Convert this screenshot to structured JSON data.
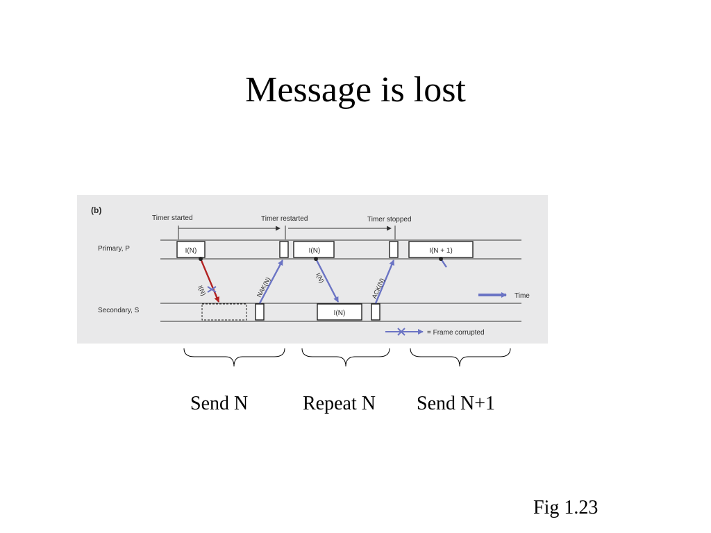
{
  "slide": {
    "title": "Message is lost",
    "figure_caption": "Fig 1.23"
  },
  "diagram": {
    "panel_label": "(b)",
    "timer_labels": {
      "started": "Timer started",
      "restarted": "Timer restarted",
      "stopped": "Timer stopped"
    },
    "primary_label": "Primary, P",
    "secondary_label": "Secondary, S",
    "frames": {
      "primary_first": "I(N)",
      "primary_repeat": "I(N)",
      "primary_next": "I(N + 1)",
      "secondary_repeat": "I(N)"
    },
    "arrow_labels": {
      "lost": "I(N)",
      "nak": "NAK(N)",
      "repeat": "I(N)",
      "ack": "ACK(N)"
    },
    "legend": {
      "time": "Time",
      "corrupted": "= Frame corrupted"
    },
    "colors": {
      "lost_frame": "#b22222",
      "good_frame": "#6b74c4",
      "background": "#e9e9ea"
    }
  },
  "phases": [
    "Send N",
    "Repeat N",
    "Send N+1"
  ]
}
